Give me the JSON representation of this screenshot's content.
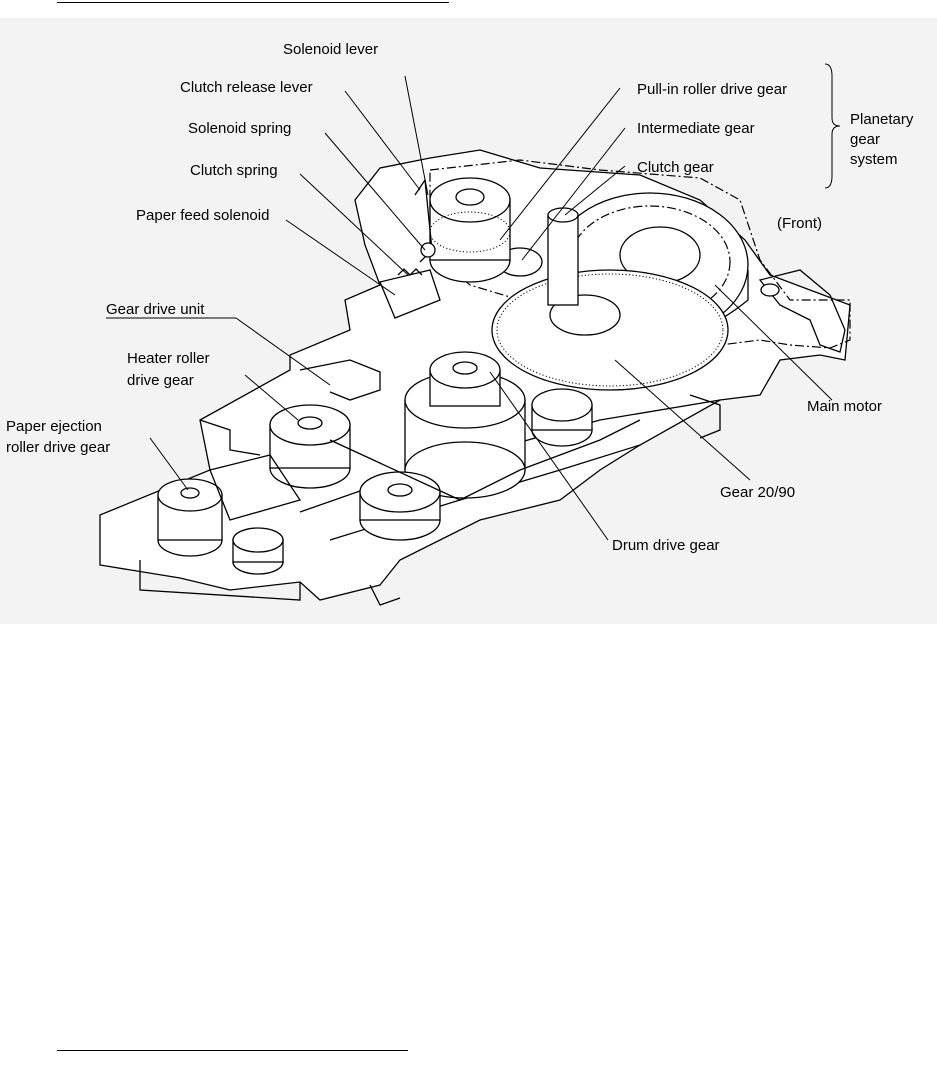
{
  "labels": {
    "solenoid_lever": "Solenoid lever",
    "clutch_release_lever": "Clutch release lever",
    "solenoid_spring": "Solenoid spring",
    "clutch_spring": "Clutch spring",
    "paper_feed_solenoid": "Paper feed solenoid",
    "gear_drive_unit": "Gear drive unit",
    "heater_roller_drive_gear_1": "Heater roller",
    "heater_roller_drive_gear_2": "drive gear",
    "paper_ejection_roller_drive_gear_1": "Paper ejection",
    "paper_ejection_roller_drive_gear_2": "roller drive gear",
    "pull_in_roller_drive_gear": "Pull-in roller drive gear",
    "intermediate_gear": "Intermediate gear",
    "clutch_gear": "Clutch gear",
    "planetary_gear_system_1": "Planetary",
    "planetary_gear_system_2": "gear",
    "planetary_gear_system_3": "system",
    "front": "(Front)",
    "main_motor": "Main motor",
    "gear_20_90": "Gear 20/90",
    "drum_drive_gear": "Drum drive gear"
  }
}
